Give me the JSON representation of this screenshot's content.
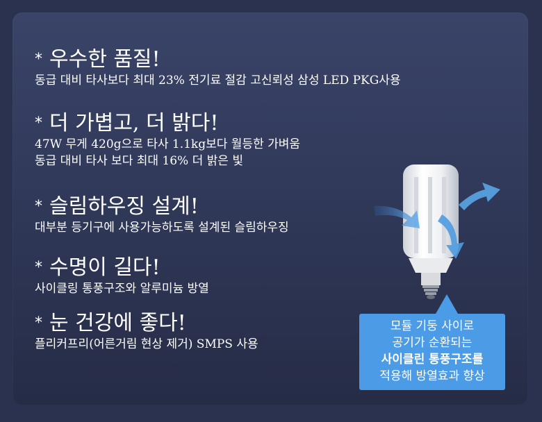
{
  "features": [
    {
      "star": "*",
      "title": "우수한 품질!",
      "lines": [
        "동급 대비 타사보다 최대 23% 전기료 절감 고신뢰성 삼성 LED PKG사용"
      ]
    },
    {
      "star": "*",
      "title": "더 가볍고, 더 밝다!",
      "lines": [
        "47W 무게 420g으로 타사 1.1kg보다 월등한 가벼움",
        "동급 대비 타사 보다 최대 16% 더 밝은 빛"
      ]
    },
    {
      "star": "*",
      "title": "슬림하우징 설계!",
      "lines": [
        "대부분 등기구에 사용가능하도록 설계된 슬림하우징"
      ]
    },
    {
      "star": "*",
      "title": "수명이 길다!",
      "lines": [
        "사이클링 통풍구조와 알루미늄 방열"
      ]
    },
    {
      "star": "*",
      "title": "눈 건강에 좋다!",
      "lines": [
        "플리커프리(어른거림 현상 제거) SMPS 사용"
      ]
    }
  ],
  "callout": {
    "lines": [
      "모듈 기둥 사이로",
      "공기가 순환되는",
      "사이클린 통풍구조를",
      "적용해 방열효과 향상"
    ]
  },
  "colors": {
    "background": "#2b3250",
    "panel": "#343d5f",
    "callout": "#4b9be6",
    "arrow": "#5aa6e6"
  }
}
